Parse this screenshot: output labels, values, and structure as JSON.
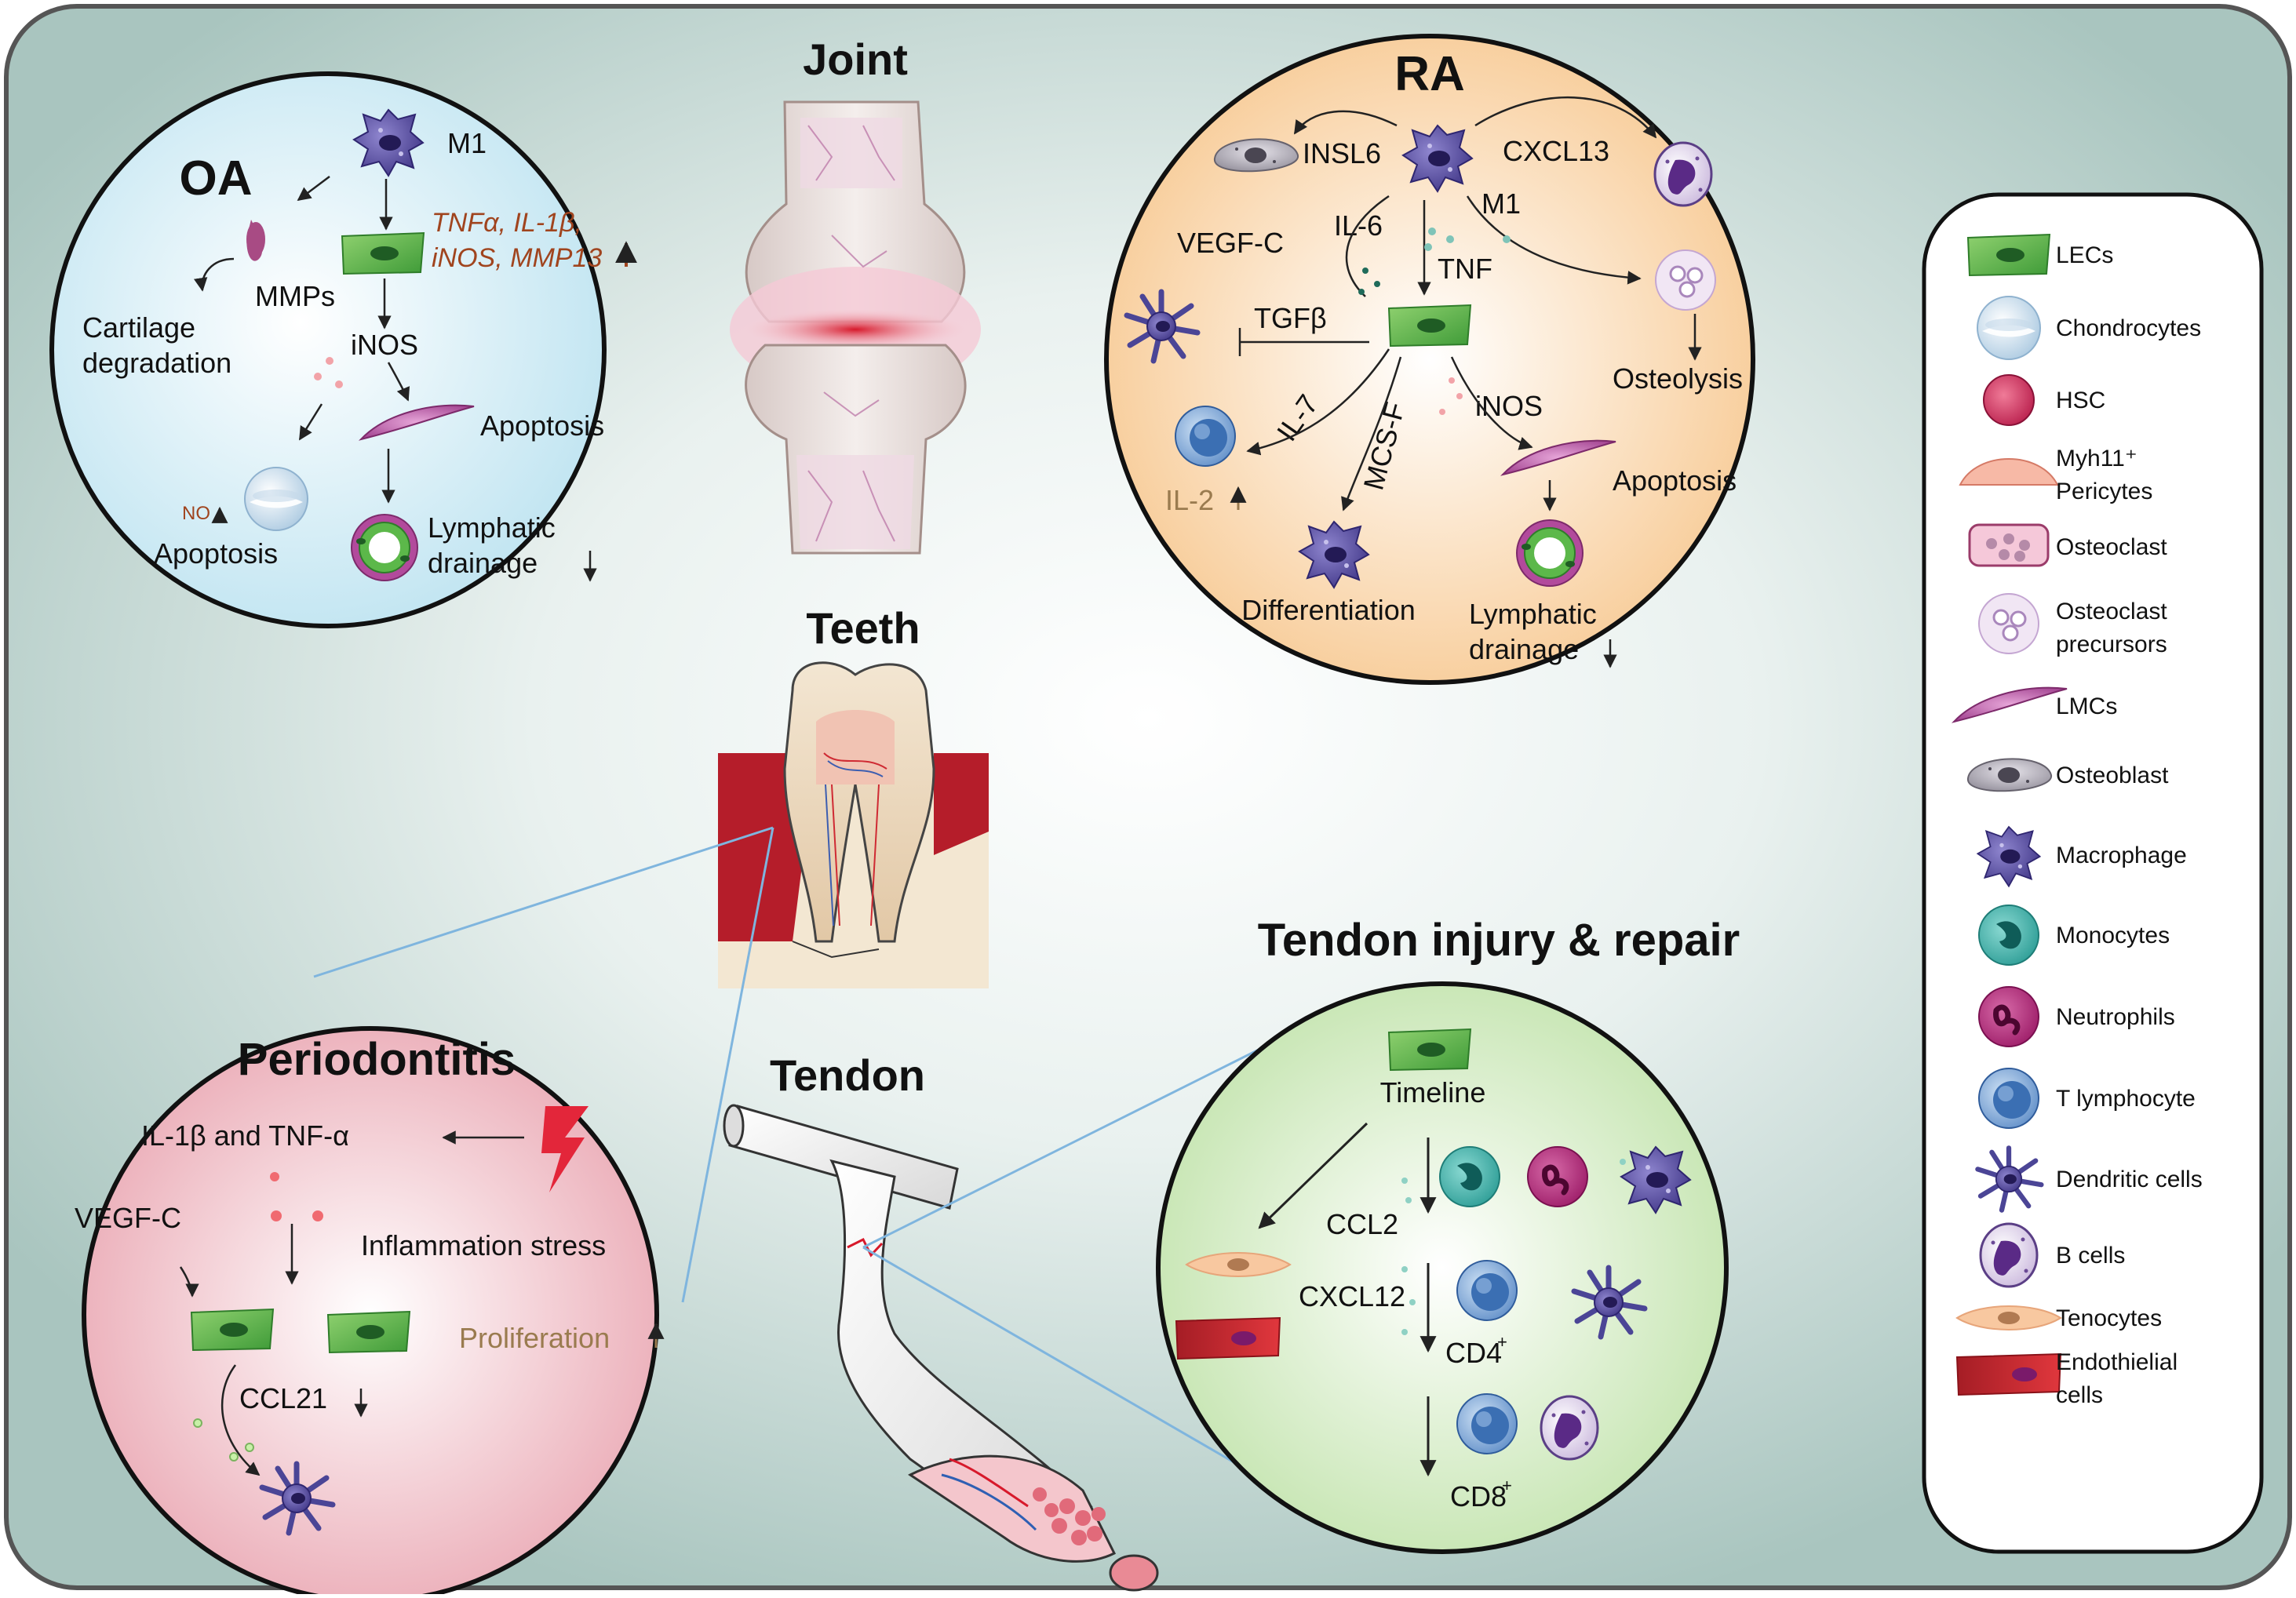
{
  "titles": {
    "joint": "Joint",
    "teeth": "Teeth",
    "tendon": "Tendon",
    "tendon_repair": "Tendon injury & repair"
  },
  "oa": {
    "title": "OA",
    "m1": "M1",
    "cytokines_line1": "TNFα, IL-1β,",
    "cytokines_line2": "iNOS, MMP13",
    "mmps": "MMPs",
    "cartilage1": "Cartilage",
    "cartilage2": "degradation",
    "inos": "iNOS",
    "apoptosis_lmc": "Apoptosis",
    "no": "NO",
    "apoptosis_chondro": "Apoptosis",
    "lymphatic1": "Lymphatic",
    "lymphatic2": "drainage"
  },
  "ra": {
    "title": "RA",
    "insl6": "INSL6",
    "cxcl13": "CXCL13",
    "m1": "M1",
    "il6": "IL-6",
    "vegfc": "VEGF-C",
    "tnf": "TNF",
    "tgfb": "TGFβ",
    "osteolysis": "Osteolysis",
    "il7": "IL-7",
    "mcsf": "MCS-F",
    "inos": "iNOS",
    "il2": "IL-2",
    "apoptosis": "Apoptosis",
    "differentiation": "Differentiation",
    "lymphatic1": "Lymphatic",
    "lymphatic2": "drainage"
  },
  "perio": {
    "title": "Periodontitis",
    "cytokines": "IL-1β and TNF-α",
    "vegfc": "VEGF-C",
    "inflammation": "Inflammation stress",
    "proliferation": "Proliferation",
    "ccl21": "CCL21"
  },
  "tendon": {
    "timeline": "Timeline",
    "ccl2": "CCL2",
    "cxcl12": "CXCL12",
    "cd4": "CD4",
    "cd8": "CD8",
    "plus": "+"
  },
  "legend": {
    "items": [
      {
        "label1": "LECs",
        "label2": ""
      },
      {
        "label1": "Chondrocytes",
        "label2": ""
      },
      {
        "label1": "HSC",
        "label2": ""
      },
      {
        "label1": "Myh11⁺",
        "label2": "Pericytes"
      },
      {
        "label1": "Osteoclast",
        "label2": ""
      },
      {
        "label1": "Osteoclast",
        "label2": "precursors"
      },
      {
        "label1": "LMCs",
        "label2": ""
      },
      {
        "label1": "Osteoblast",
        "label2": ""
      },
      {
        "label1": "Macrophage",
        "label2": ""
      },
      {
        "label1": "Monocytes",
        "label2": ""
      },
      {
        "label1": "Neutrophils",
        "label2": ""
      },
      {
        "label1": "T lymphocyte",
        "label2": ""
      },
      {
        "label1": "Dendritic cells",
        "label2": ""
      },
      {
        "label1": "B cells",
        "label2": ""
      },
      {
        "label1": "Tenocytes",
        "label2": ""
      },
      {
        "label1": "Endothielial",
        "label2": "cells"
      }
    ]
  },
  "colors": {
    "panel_bg": "#a9c7c0",
    "lec": "#5cb84a",
    "macrophage": "#5a4f9e",
    "lmc": "#b24a9c",
    "red_text": "#a0441e",
    "tan_text": "#9a7b4f"
  }
}
